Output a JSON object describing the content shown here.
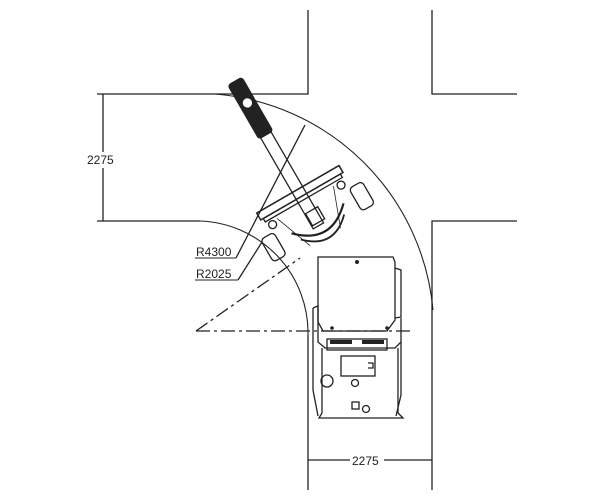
{
  "drawing": {
    "type": "turning radius plan view",
    "dimensions": {
      "left_corridor_width": "2275",
      "bottom_corridor_width": "2275",
      "outer_radius": "R4300",
      "inner_radius": "R2025"
    },
    "colors": {
      "line": "#222222",
      "background": "#ffffff"
    }
  }
}
